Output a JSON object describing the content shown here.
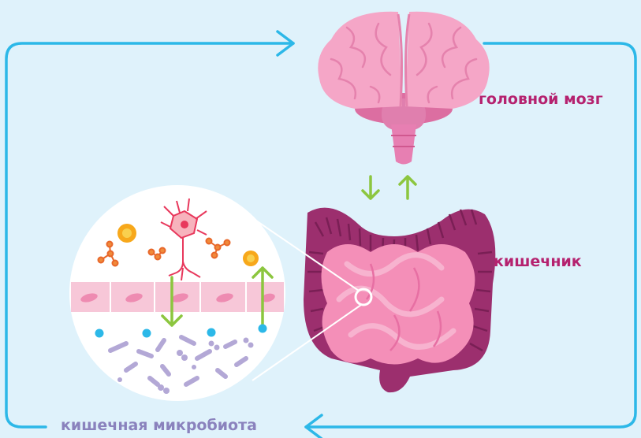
{
  "labels": {
    "brain": "головной мозг",
    "gut": "кишечник",
    "microbiota": "кишечная микробиота"
  },
  "colors": {
    "background": "#dff2fb",
    "cycle_line": "#2cb8e8",
    "label_magenta": "#b5226f",
    "label_purple": "#8a82bd",
    "green_arrow": "#8cc63f",
    "brain": "#f4a3c4",
    "gut_inner": "#f48fb8",
    "gut_outer": "#9c2f6e"
  },
  "icons": [
    "brain-icon",
    "intestine-icon",
    "neuron-icon",
    "bacteria-icon",
    "molecule-icon",
    "epithelial-cell-icon"
  ]
}
